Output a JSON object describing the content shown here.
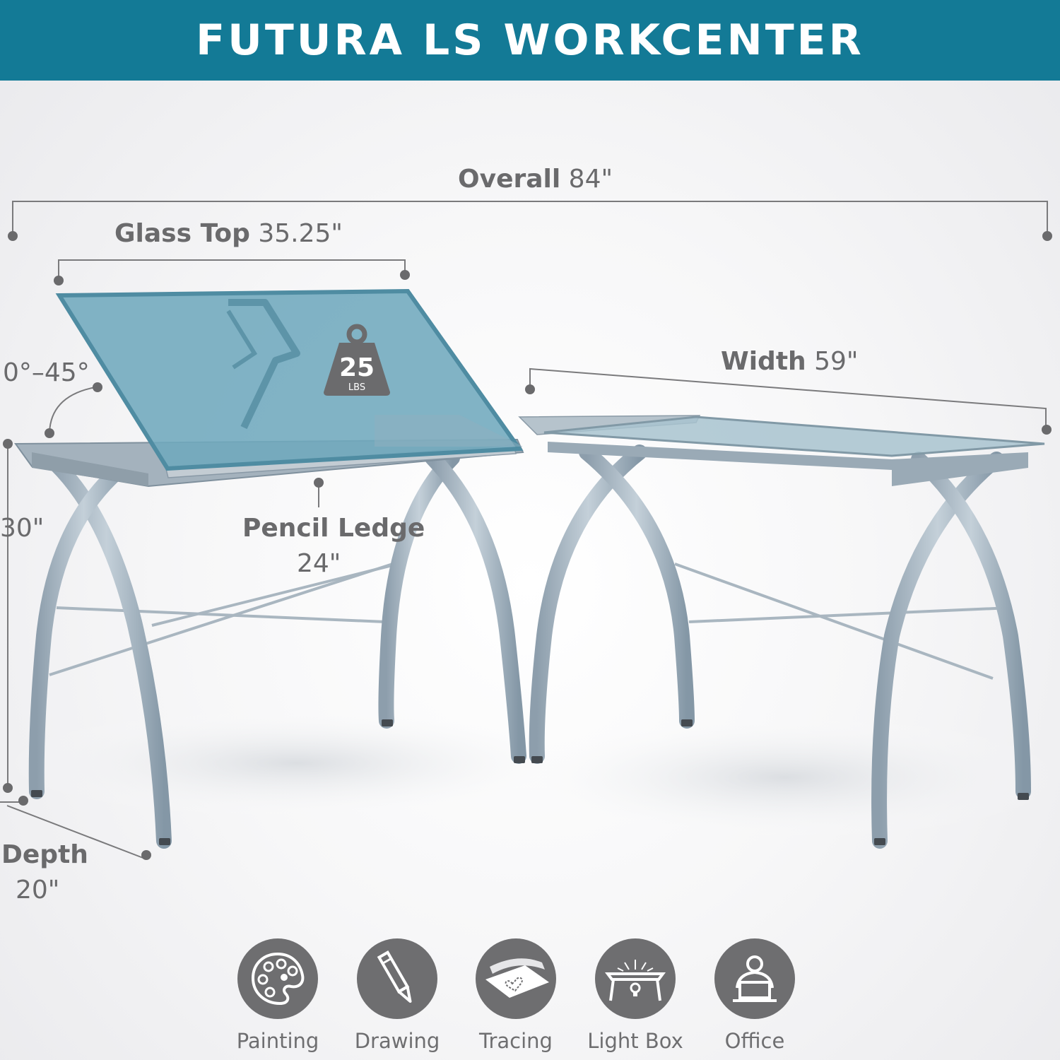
{
  "title": "FUTURA LS WORKCENTER",
  "dimensions": {
    "overall": {
      "name": "Overall",
      "value": "84\""
    },
    "glass_top": {
      "name": "Glass Top",
      "value": "35.25\""
    },
    "width": {
      "name": "Width",
      "value": "59\""
    },
    "tilt": {
      "value": "0°–45°"
    },
    "height": {
      "value": "30\""
    },
    "pencil_ledge": {
      "name": "Pencil Ledge",
      "value": "24\""
    },
    "depth": {
      "name": "Depth",
      "value": "20\""
    }
  },
  "weight_badge": {
    "value": "25",
    "unit": "LBS"
  },
  "features": [
    {
      "label": "Painting",
      "icon": "palette-icon"
    },
    {
      "label": "Drawing",
      "icon": "pencil-icon"
    },
    {
      "label": "Tracing",
      "icon": "tracing-paper-icon"
    },
    {
      "label": "Light Box",
      "icon": "light-box-icon"
    },
    {
      "label": "Office",
      "icon": "office-person-icon"
    }
  ],
  "colors": {
    "banner": "#137a96",
    "glass": "#6fa9bd",
    "frame": "#9aa9b5",
    "text": "#6a6a6c",
    "icon_disc": "#6e6e70"
  }
}
